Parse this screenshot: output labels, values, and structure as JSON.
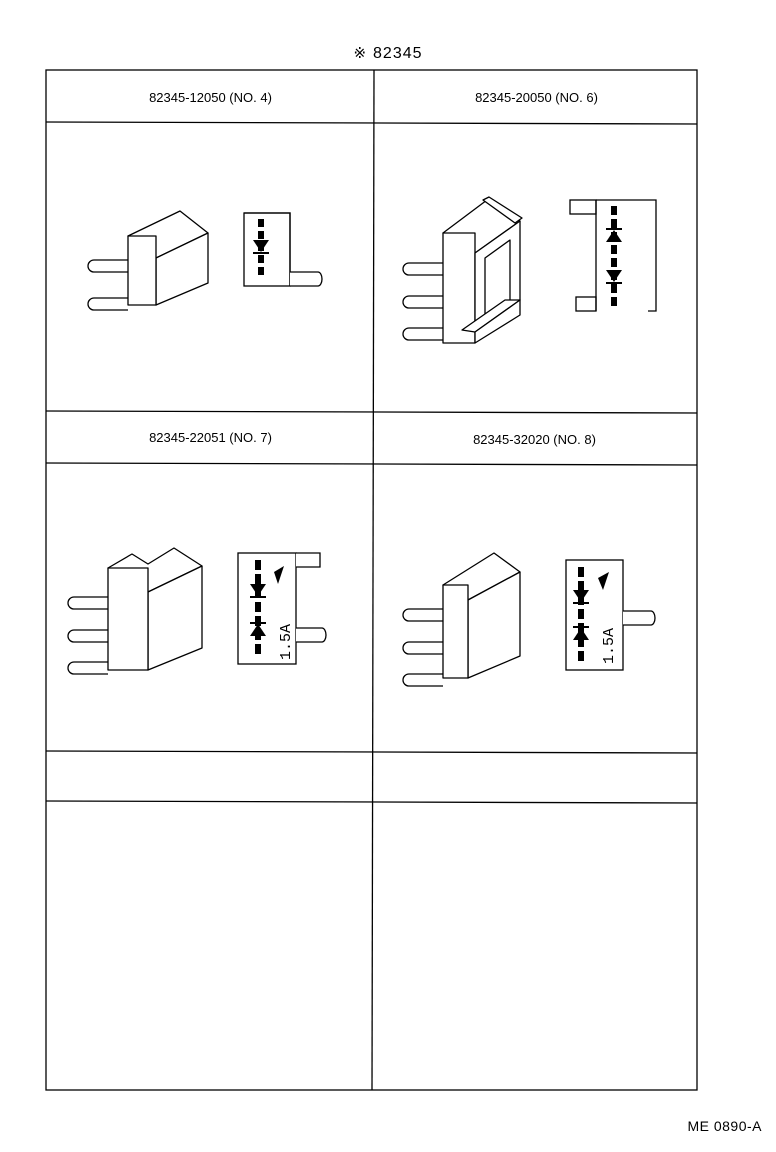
{
  "header": {
    "mark": "※",
    "title": "82345"
  },
  "cells": [
    {
      "label": "82345-12050 (NO. 4)"
    },
    {
      "label": "82345-20050 (NO. 6)"
    },
    {
      "label": "82345-22051 (NO. 7)",
      "rating": "1.5A"
    },
    {
      "label": "82345-32020 (NO. 8)",
      "rating": "1.5A"
    },
    {
      "label": ""
    },
    {
      "label": ""
    }
  ],
  "footer": {
    "drawing_code": "ME 0890-A"
  }
}
